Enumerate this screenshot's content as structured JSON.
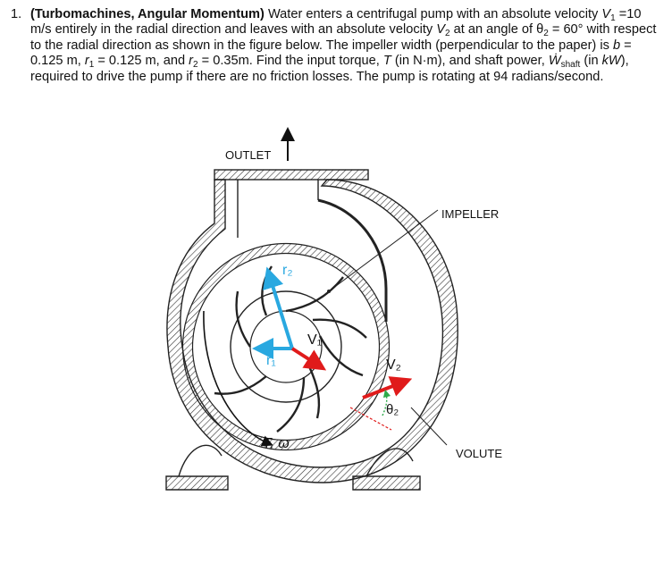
{
  "problem": {
    "number": "1.",
    "title": "(Turbomachines, Angular Momentum)",
    "text_1": " Water enters a centrifugal pump with an absolute velocity ",
    "v1_sym": "V",
    "v1_sub": "1",
    "text_2": " =10 m/s entirely in the radial direction and leaves with an absolute velocity ",
    "v2_sym": "V",
    "v2_sub": "2",
    "text_3": " at an angle of θ",
    "theta_sub": "2",
    "text_4": " = 60° with respect to the radial direction as shown in the figure below. The impeller width (perpendicular to the paper) is ",
    "b_sym": "b",
    "text_5": " = 0.125 m, ",
    "r1_sym": "r",
    "r1_sub": "1",
    "text_6": " = 0.125 m, and ",
    "r2_sym": "r",
    "r2_sub": "2",
    "text_7": " = 0.35m. Find the input torque, ",
    "t_sym": "T",
    "text_8": " (in N·m), and shaft power, ",
    "w_sym": "Ẇ",
    "w_sub": "shaft",
    "text_9": " (in ",
    "kw_sym": "kW",
    "text_10": "), required to drive the pump if there are no friction losses. The pump is rotating at 94 radians/second."
  },
  "figure": {
    "outlet_label": "OUTLET",
    "impeller_label": "IMPELLER",
    "volute_label": "VOLUTE",
    "r2_label": "r₂",
    "r1_label": "r₁",
    "v1_label": "V₁",
    "v2_label": "V₂",
    "theta2_label": "θ₂",
    "torque_label": "T, ω",
    "colors": {
      "radius_arrow": "#29a8e0",
      "velocity_arrow": "#e01b1b",
      "angle_arc": "#2eaa4a",
      "outline": "#222222"
    }
  }
}
